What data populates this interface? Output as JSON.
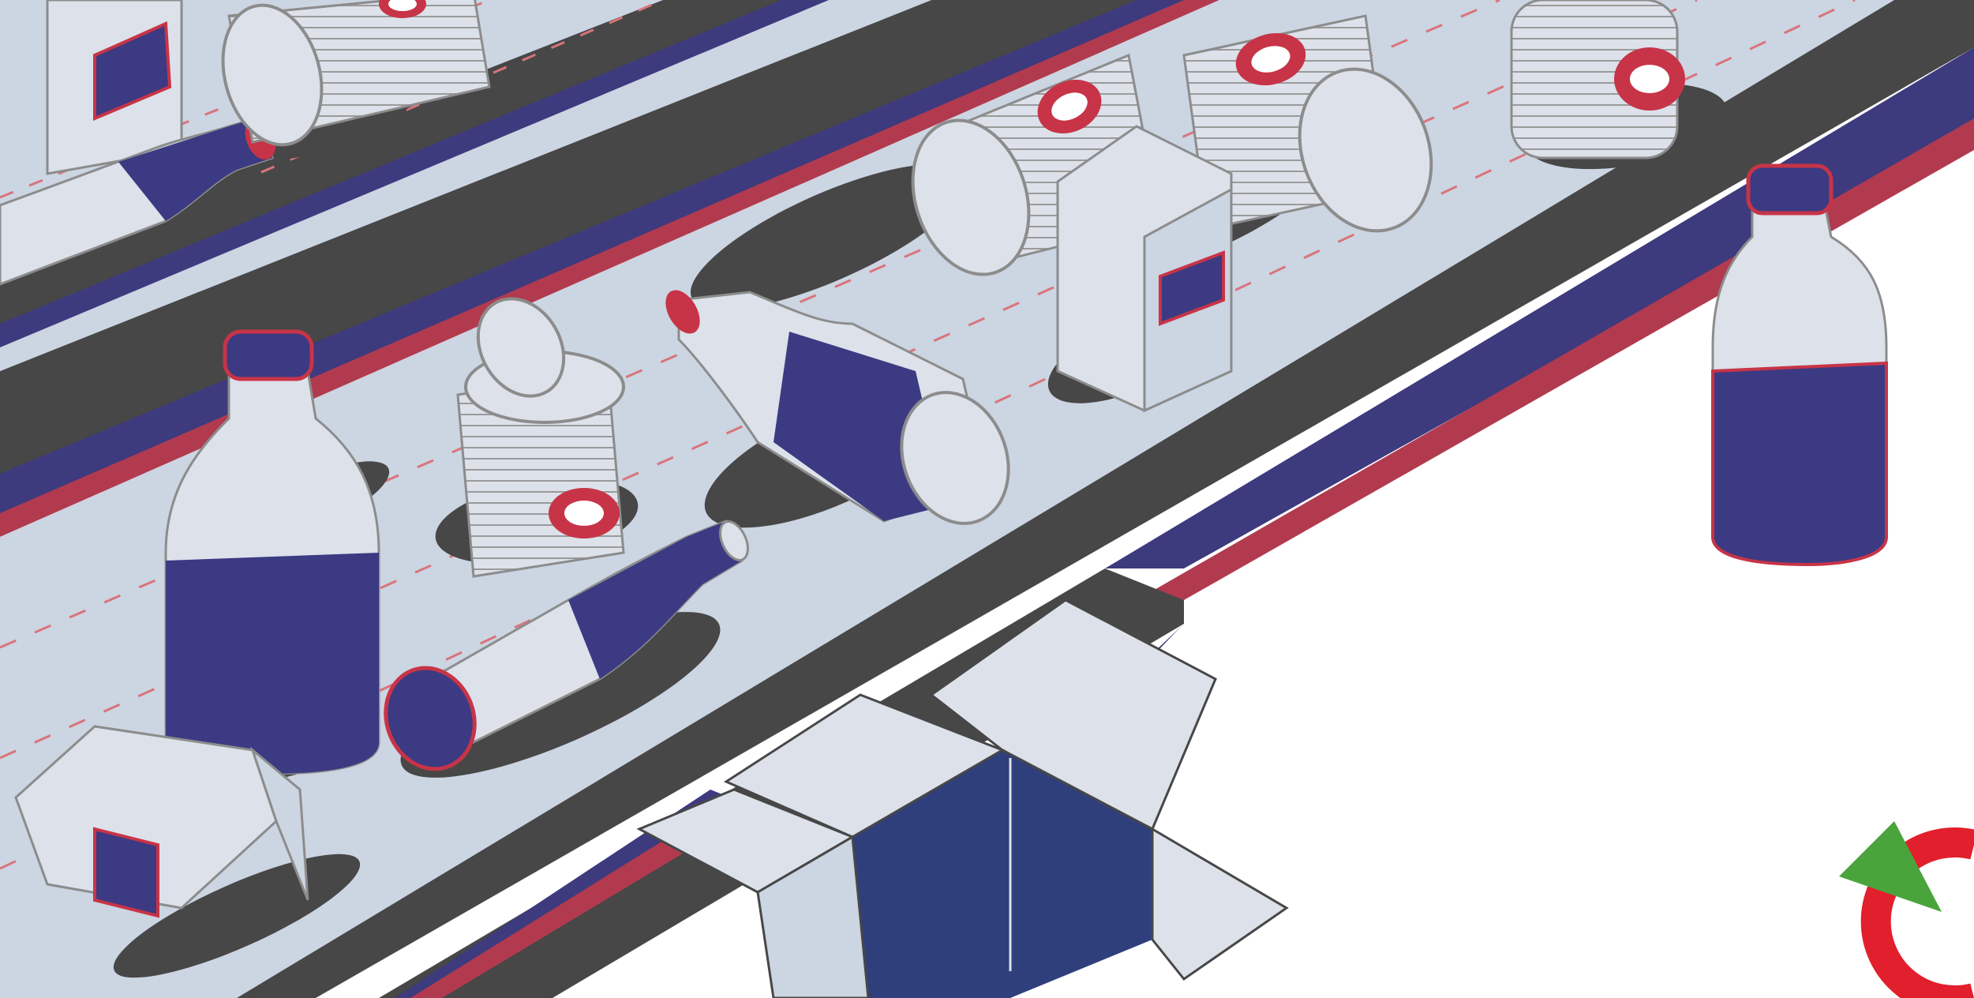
{
  "colors": {
    "background": "#ffffff",
    "belt_surface": "#ccd5e2",
    "belt_edge_dark": "#474747",
    "belt_side_blue": "#3d3a7e",
    "belt_side_red": "#b23a4e",
    "belt_stripe": "#d9747c",
    "item_outline": "#8c8c8c",
    "item_light": "#dce1ea",
    "label_blue": "#3c3a82",
    "label_red": "#c73447",
    "shadow": "#474747",
    "logo_green": "#4aa43c",
    "logo_red": "#e21f2c"
  },
  "scene": {
    "belts": [
      {
        "name": "upper-conveyor-belt"
      },
      {
        "name": "lower-conveyor-belt"
      }
    ],
    "items": [
      {
        "name": "milk-carton",
        "count": 3
      },
      {
        "name": "tin-can",
        "count": 6
      },
      {
        "name": "glass-bottle",
        "count": 6
      },
      {
        "name": "open-cardboard-box",
        "count": 1
      }
    ]
  },
  "logo": {
    "icon": "recycle-arrow-logo-icon"
  }
}
